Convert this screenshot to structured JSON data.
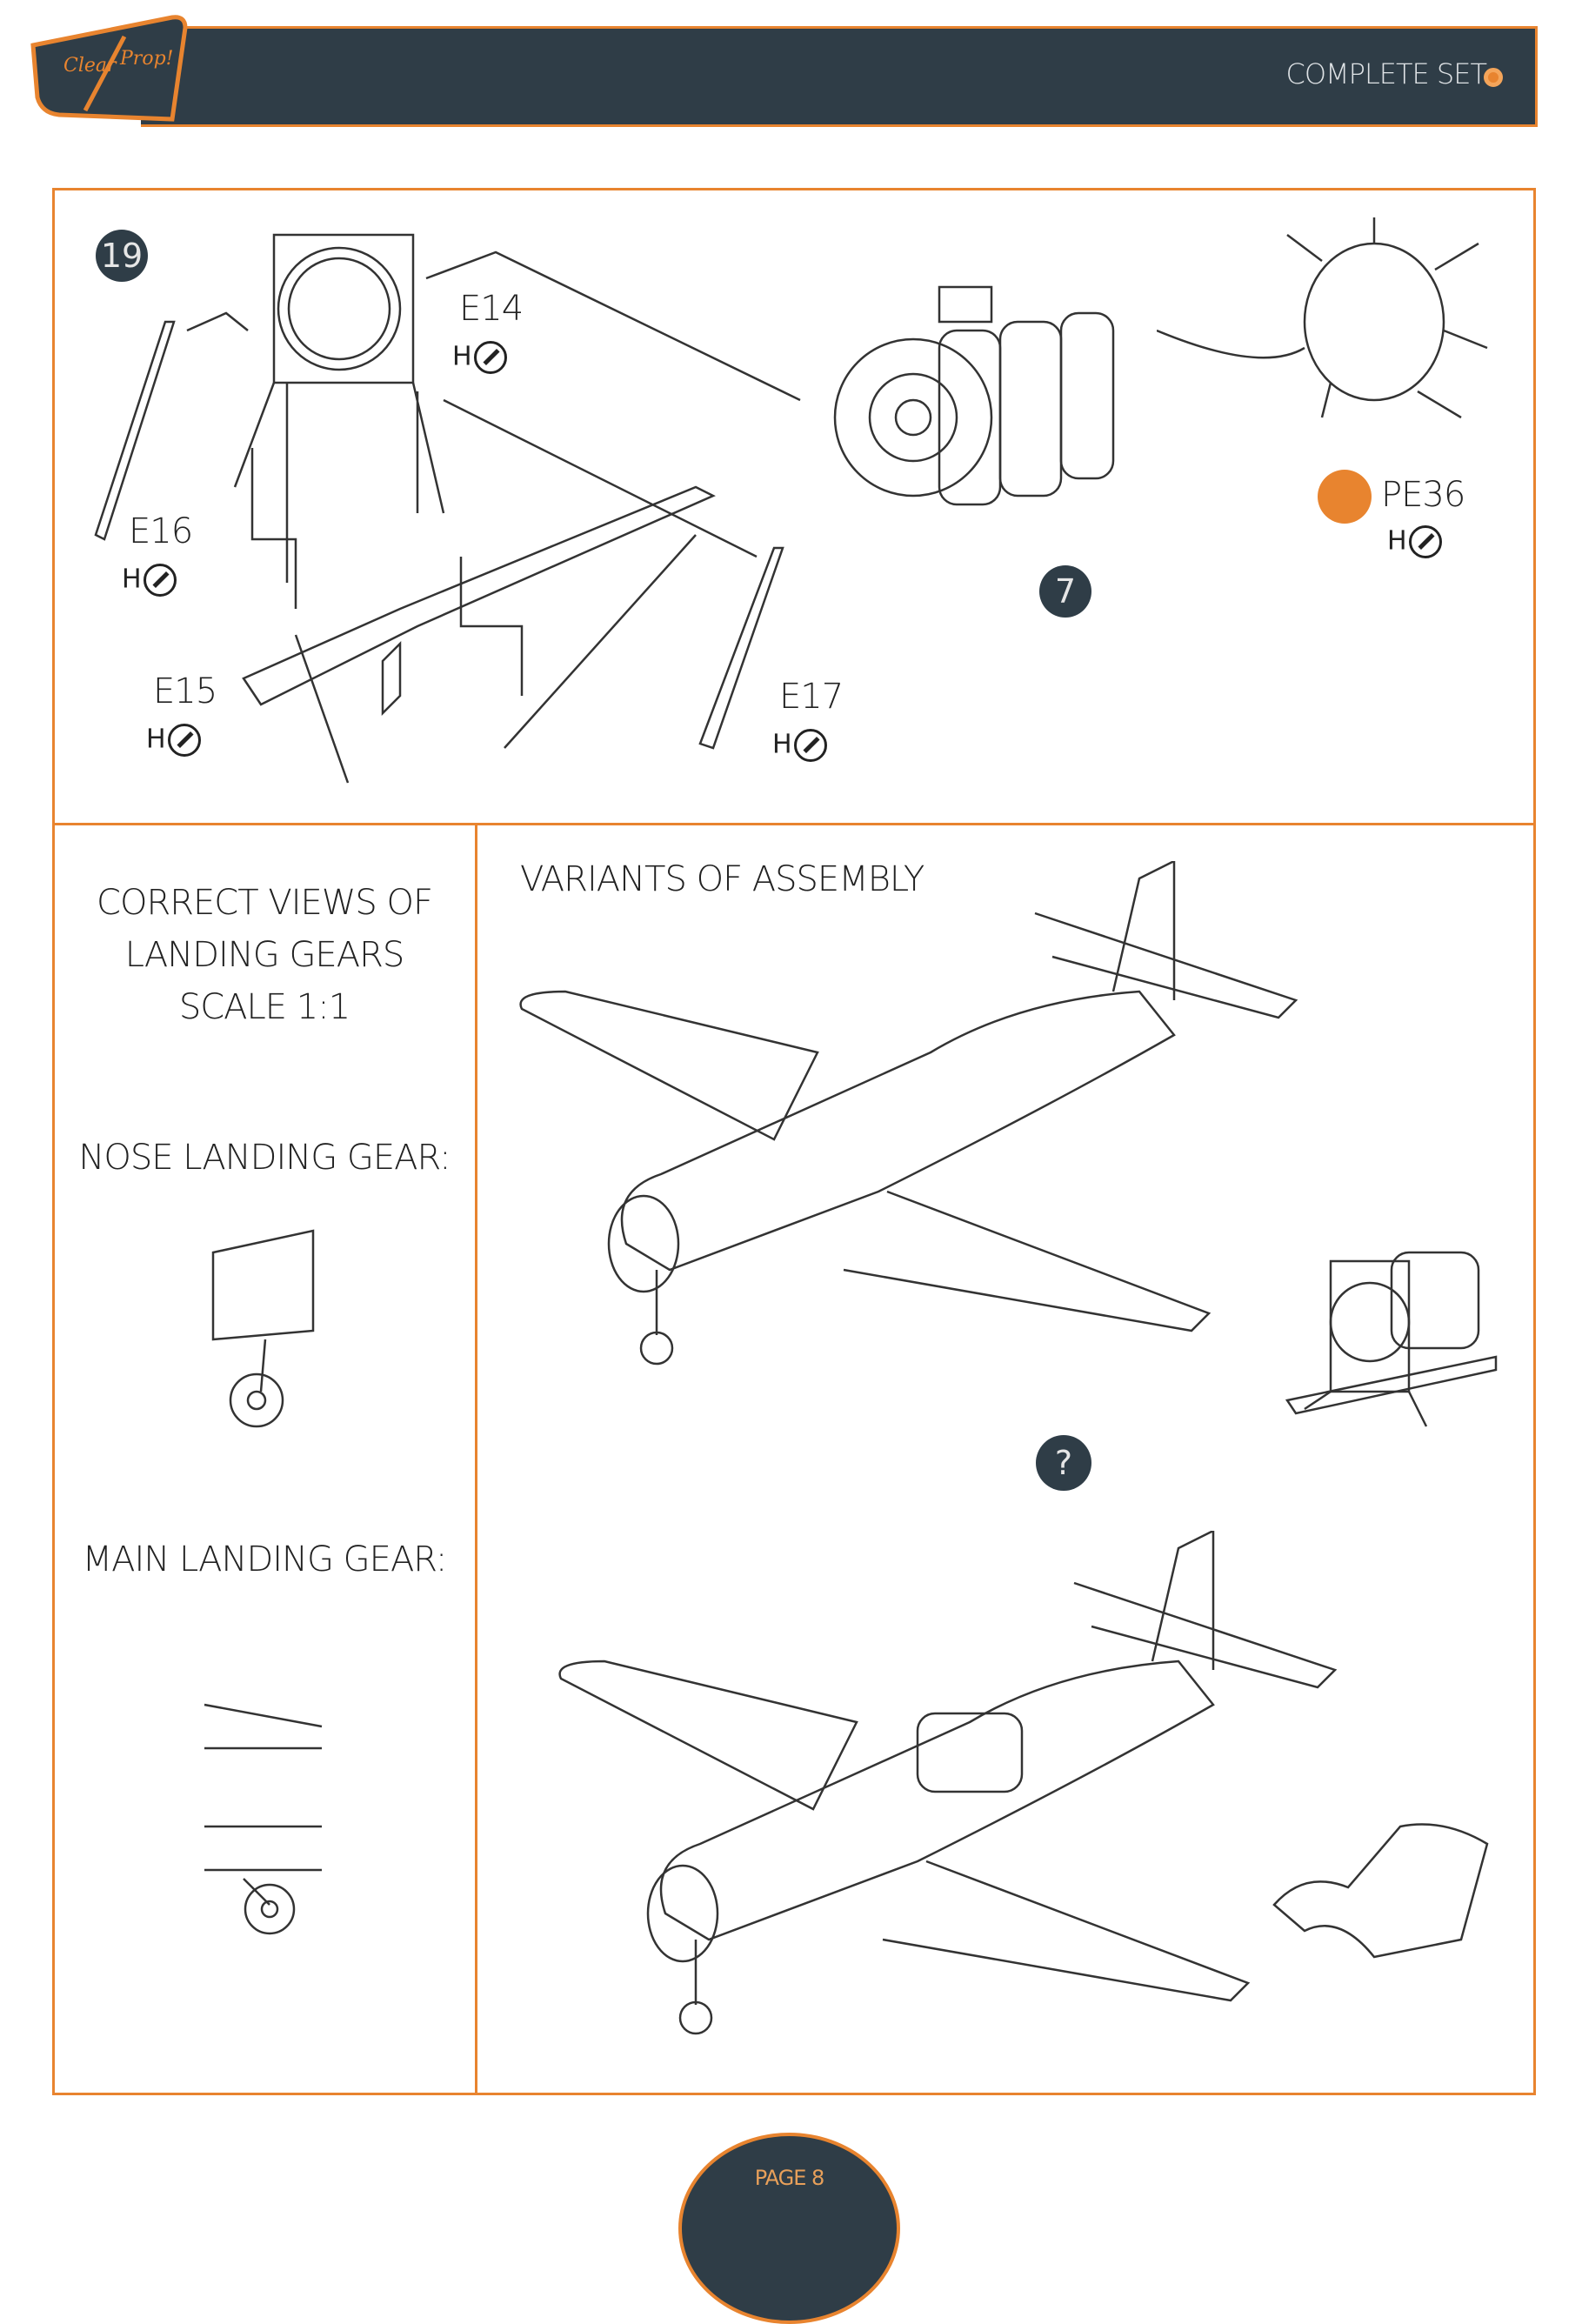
{
  "header": {
    "brand": "Clear Prop!",
    "title": "COMPLETE SET"
  },
  "step": {
    "number": "19",
    "parts": [
      {
        "id": "E14",
        "paint": "H"
      },
      {
        "id": "E16",
        "paint": "H"
      },
      {
        "id": "E15",
        "paint": "H"
      },
      {
        "id": "E17",
        "paint": "H"
      },
      {
        "id": "PE36",
        "paint": "H"
      }
    ],
    "subassembly": "7"
  },
  "gear_views": {
    "title_lines": [
      "CORRECT VIEWS OF",
      "LANDING GEARS",
      "SCALE 1:1"
    ],
    "nose": "NOSE LANDING GEAR:",
    "main": "MAIN LANDING GEAR:"
  },
  "variants": {
    "title": "VARIANTS OF ASSEMBLY",
    "choice": "?"
  },
  "footer": {
    "page": "PAGE 8"
  },
  "colors": {
    "accent": "#e8842f",
    "dark": "#2f3d47"
  }
}
